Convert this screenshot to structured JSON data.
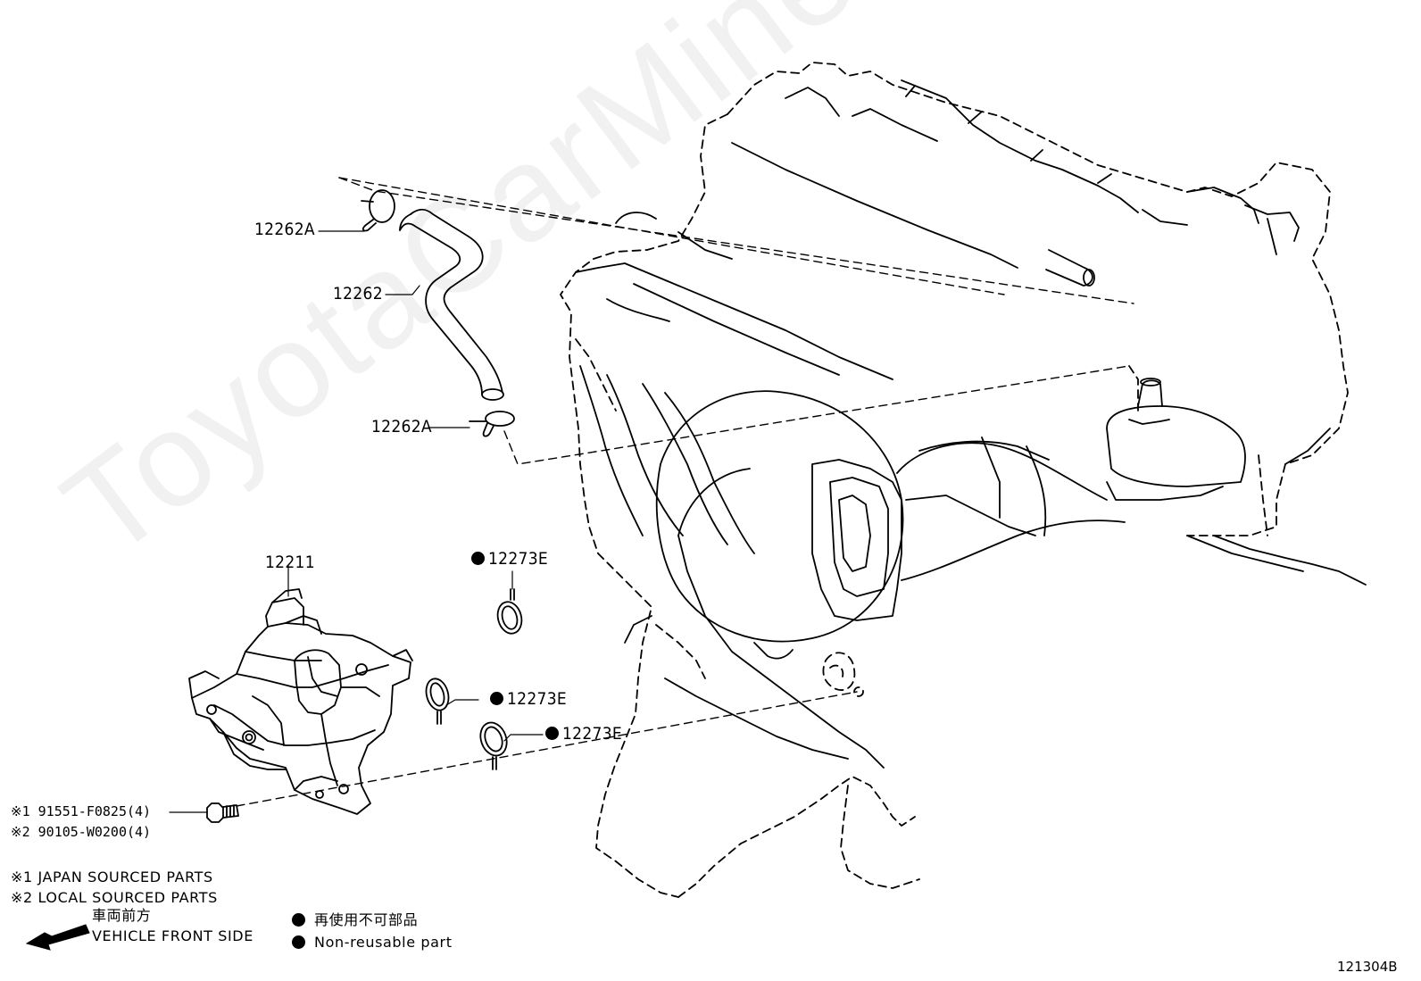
{
  "callouts": {
    "clamp_upper": "12262A",
    "hose": "12262",
    "clamp_lower": "12262A",
    "canister": "12211",
    "gasket_1": "12273E",
    "gasket_2": "12273E",
    "gasket_3": "12273E",
    "bolt_1": "※1 91551-F0825(4)",
    "bolt_2": "※2 90105-W0200(4)"
  },
  "notes": {
    "japan_sourced": "※1 JAPAN SOURCED PARTS",
    "local_sourced": "※2 LOCAL SOURCED PARTS"
  },
  "front_indicator": {
    "japanese": "車両前方",
    "english": "VEHICLE FRONT SIDE"
  },
  "legend": {
    "non_reusable_jp": "再使用不可部品",
    "non_reusable_en": "Non-reusable part"
  },
  "figure_id": "121304B",
  "watermark": "ToyotaCarMine.ru",
  "icons": [
    "arrow-left-icon",
    "non-reusable-dot-icon"
  ],
  "colors": {
    "line": "#000000",
    "background": "#ffffff"
  }
}
